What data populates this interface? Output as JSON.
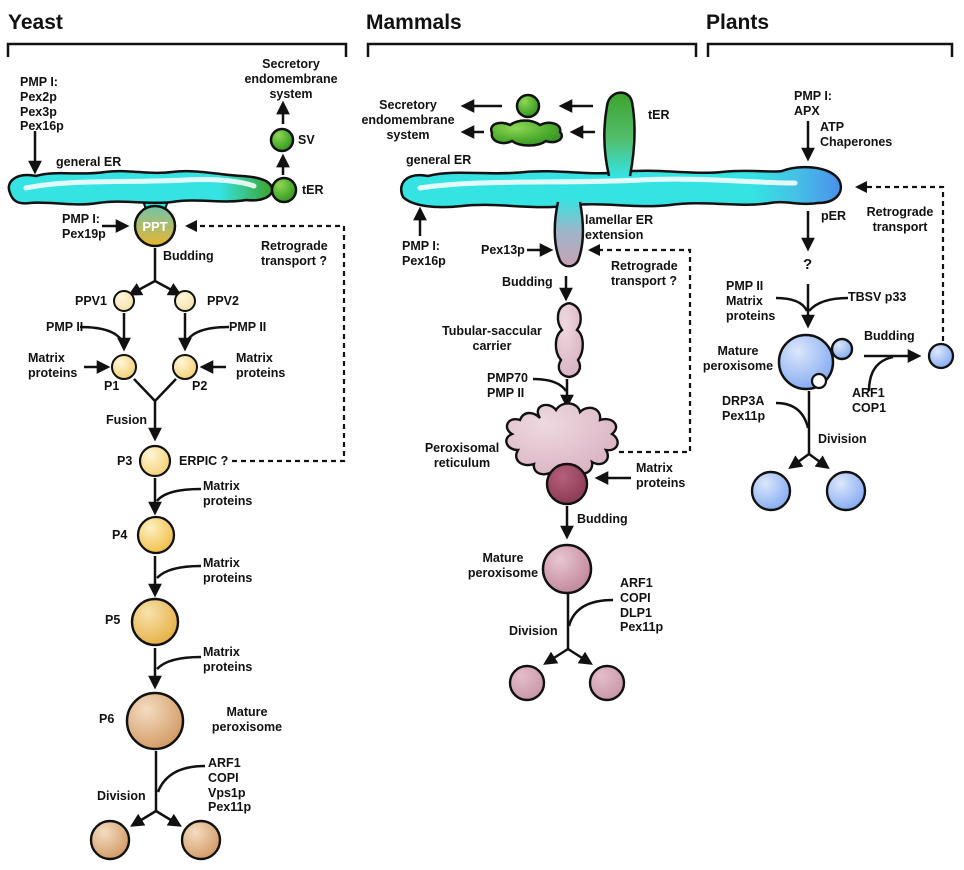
{
  "yeast": {
    "title": "Yeast",
    "pmp1_list": "PMP I:\nPex2p\nPex3p\nPex16p",
    "general_er": "general ER",
    "secretory": "Secretory\nendomembrane\nsystem",
    "sv": "SV",
    "ter": "tER",
    "ppt": "PPT",
    "pmp1_pex19": "PMP I:\nPex19p",
    "retrograde": "Retrograde\ntransport ?",
    "budding": "Budding",
    "ppv1": "PPV1",
    "ppv2": "PPV2",
    "pmp2_left": "PMP II",
    "pmp2_right": "PMP II",
    "matrix_left": "Matrix\nproteins",
    "matrix_right": "Matrix\nproteins",
    "p1": "P1",
    "p2": "P2",
    "fusion": "Fusion",
    "p3": "P3",
    "erpic": "ERPIC ?",
    "matrix_p3": "Matrix\nproteins",
    "p4": "P4",
    "matrix_p4": "Matrix\nproteins",
    "p5": "P5",
    "matrix_p5": "Matrix\nproteins",
    "p6": "P6",
    "mature": "Mature\nperoxisome",
    "division_factors": "ARF1\nCOPI\nVps1p\nPex11p",
    "division": "Division"
  },
  "mammals": {
    "title": "Mammals",
    "secretory": "Secretory\nendomembrane\nsystem",
    "ter": "tER",
    "general_er": "general ER",
    "pmp1_pex16": "PMP I:\nPex16p",
    "lamellar": "lamellar ER\nextension",
    "pex13p": "Pex13p",
    "retrograde": "Retrograde\ntransport ?",
    "budding1": "Budding",
    "tubular": "Tubular-saccular\ncarrier",
    "pmp70": "PMP70\nPMP II",
    "reticulum": "Peroxisomal\nreticulum",
    "matrix": "Matrix\nproteins",
    "budding2": "Budding",
    "mature": "Mature\nperoxisome",
    "division_factors": "ARF1\nCOPI\nDLP1\nPex11p",
    "division": "Division"
  },
  "plants": {
    "title": "Plants",
    "pmp1_apx": "PMP I:\nAPX",
    "atp": "ATP\nChaperones",
    "per": "pER",
    "retrograde": "Retrograde\ntransport",
    "question": "?",
    "pmp2_matrix": "PMP II\nMatrix\nproteins",
    "tbsv": "TBSV p33",
    "mature": "Mature\nperoxisome",
    "budding": "Budding",
    "arf": "ARF1\nCOP1",
    "drp3a": "DRP3A\nPex11p",
    "division": "Division"
  },
  "colors": {
    "er_cyan": "#35e3e2",
    "er_green": "#3da32c",
    "green_light": "#90d654",
    "per_blue": "#4b90ea",
    "vesicle_pale": "#f5dfa0",
    "vesicle_yellow": "#f2c95e",
    "vesicle_orange": "#eeb32f",
    "vesicle_deep_orange": "#e2a52f",
    "peroxisome_brown": "#cb8c52",
    "carrier_pink": "#d4a9ba",
    "peroxisome_maroon": "#7c2d45",
    "mature_mauve": "#b4758c",
    "division_mauve": "#c08da0",
    "plant_blue": "#6d9aef",
    "outline": "#111111"
  }
}
